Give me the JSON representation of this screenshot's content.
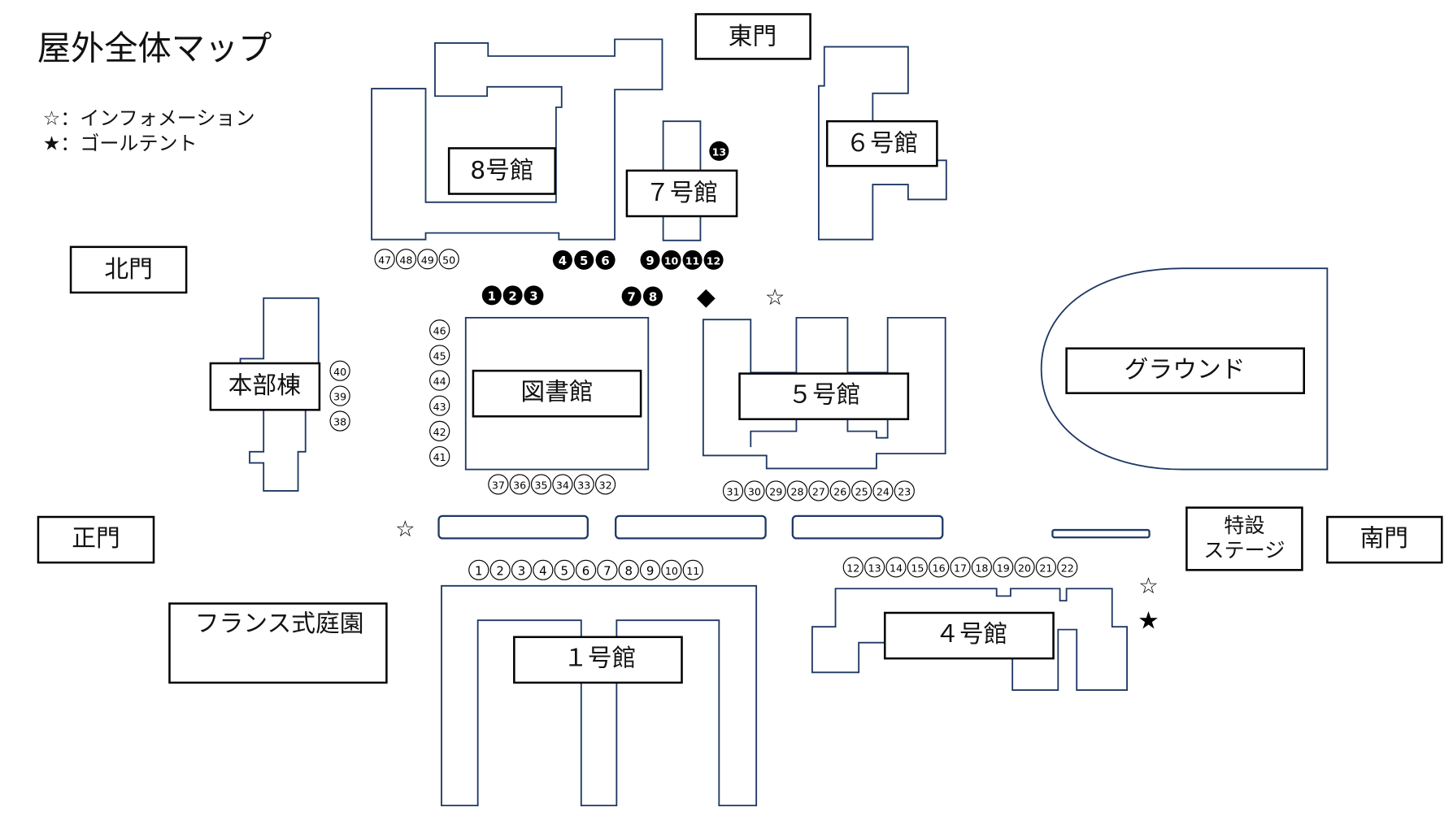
{
  "title": "屋外全体マップ",
  "legend": [
    {
      "symbol": "☆",
      "text": "：インフォメーション"
    },
    {
      "symbol": "★",
      "text": "：ゴールテント"
    }
  ],
  "labels": {
    "east_gate": "東門",
    "north_gate": "北門",
    "main_gate": "正門",
    "south_gate": "南門",
    "bldg8": "8号館",
    "bldg7": "７号館",
    "bldg6": "６号館",
    "bldg5": "５号館",
    "bldg4": "４号館",
    "bldg1": "１号館",
    "honbu": "本部棟",
    "library": "図書館",
    "ground": "グラウンド",
    "stage_line1": "特設",
    "stage_line2": "ステージ",
    "garden": "フランス式庭園"
  },
  "symbols": {
    "info_star": "☆",
    "goal_star": "★",
    "diamond": "◆"
  },
  "markers": [
    {
      "group": "north-of-8",
      "style": "outline",
      "numbers": [
        "47",
        "48",
        "49",
        "50"
      ]
    },
    {
      "group": "west-of-library",
      "style": "outline",
      "numbers": [
        "46",
        "45",
        "44",
        "43",
        "42",
        "41"
      ]
    },
    {
      "group": "east-of-honbu",
      "style": "outline",
      "numbers": [
        "40",
        "39",
        "38"
      ]
    },
    {
      "group": "south-of-library",
      "style": "outline",
      "numbers": [
        "37",
        "36",
        "35",
        "34",
        "33",
        "32"
      ]
    },
    {
      "group": "south-of-5",
      "style": "outline",
      "numbers": [
        "31",
        "30",
        "29",
        "28",
        "27",
        "26",
        "25",
        "24",
        "23"
      ]
    },
    {
      "group": "north-of-1",
      "style": "outline",
      "numbers": [
        "1",
        "2",
        "3",
        "4",
        "5",
        "6",
        "7",
        "8",
        "9",
        "10",
        "11"
      ]
    },
    {
      "group": "north-of-4",
      "style": "outline",
      "numbers": [
        "12",
        "13",
        "14",
        "15",
        "16",
        "17",
        "18",
        "19",
        "20",
        "21",
        "22"
      ]
    },
    {
      "group": "filled-456",
      "style": "filled",
      "numbers": [
        "4",
        "5",
        "6"
      ]
    },
    {
      "group": "filled-9-12",
      "style": "filled",
      "numbers": [
        "9",
        "10",
        "11",
        "12"
      ]
    },
    {
      "group": "filled-123",
      "style": "filled",
      "numbers": [
        "1",
        "2",
        "3"
      ]
    },
    {
      "group": "filled-78",
      "style": "filled",
      "numbers": [
        "7",
        "8"
      ]
    },
    {
      "group": "filled-13",
      "style": "filled",
      "numbers": [
        "13"
      ]
    }
  ],
  "colors": {
    "building_outline": "#1f3864",
    "label_border": "#000000"
  }
}
